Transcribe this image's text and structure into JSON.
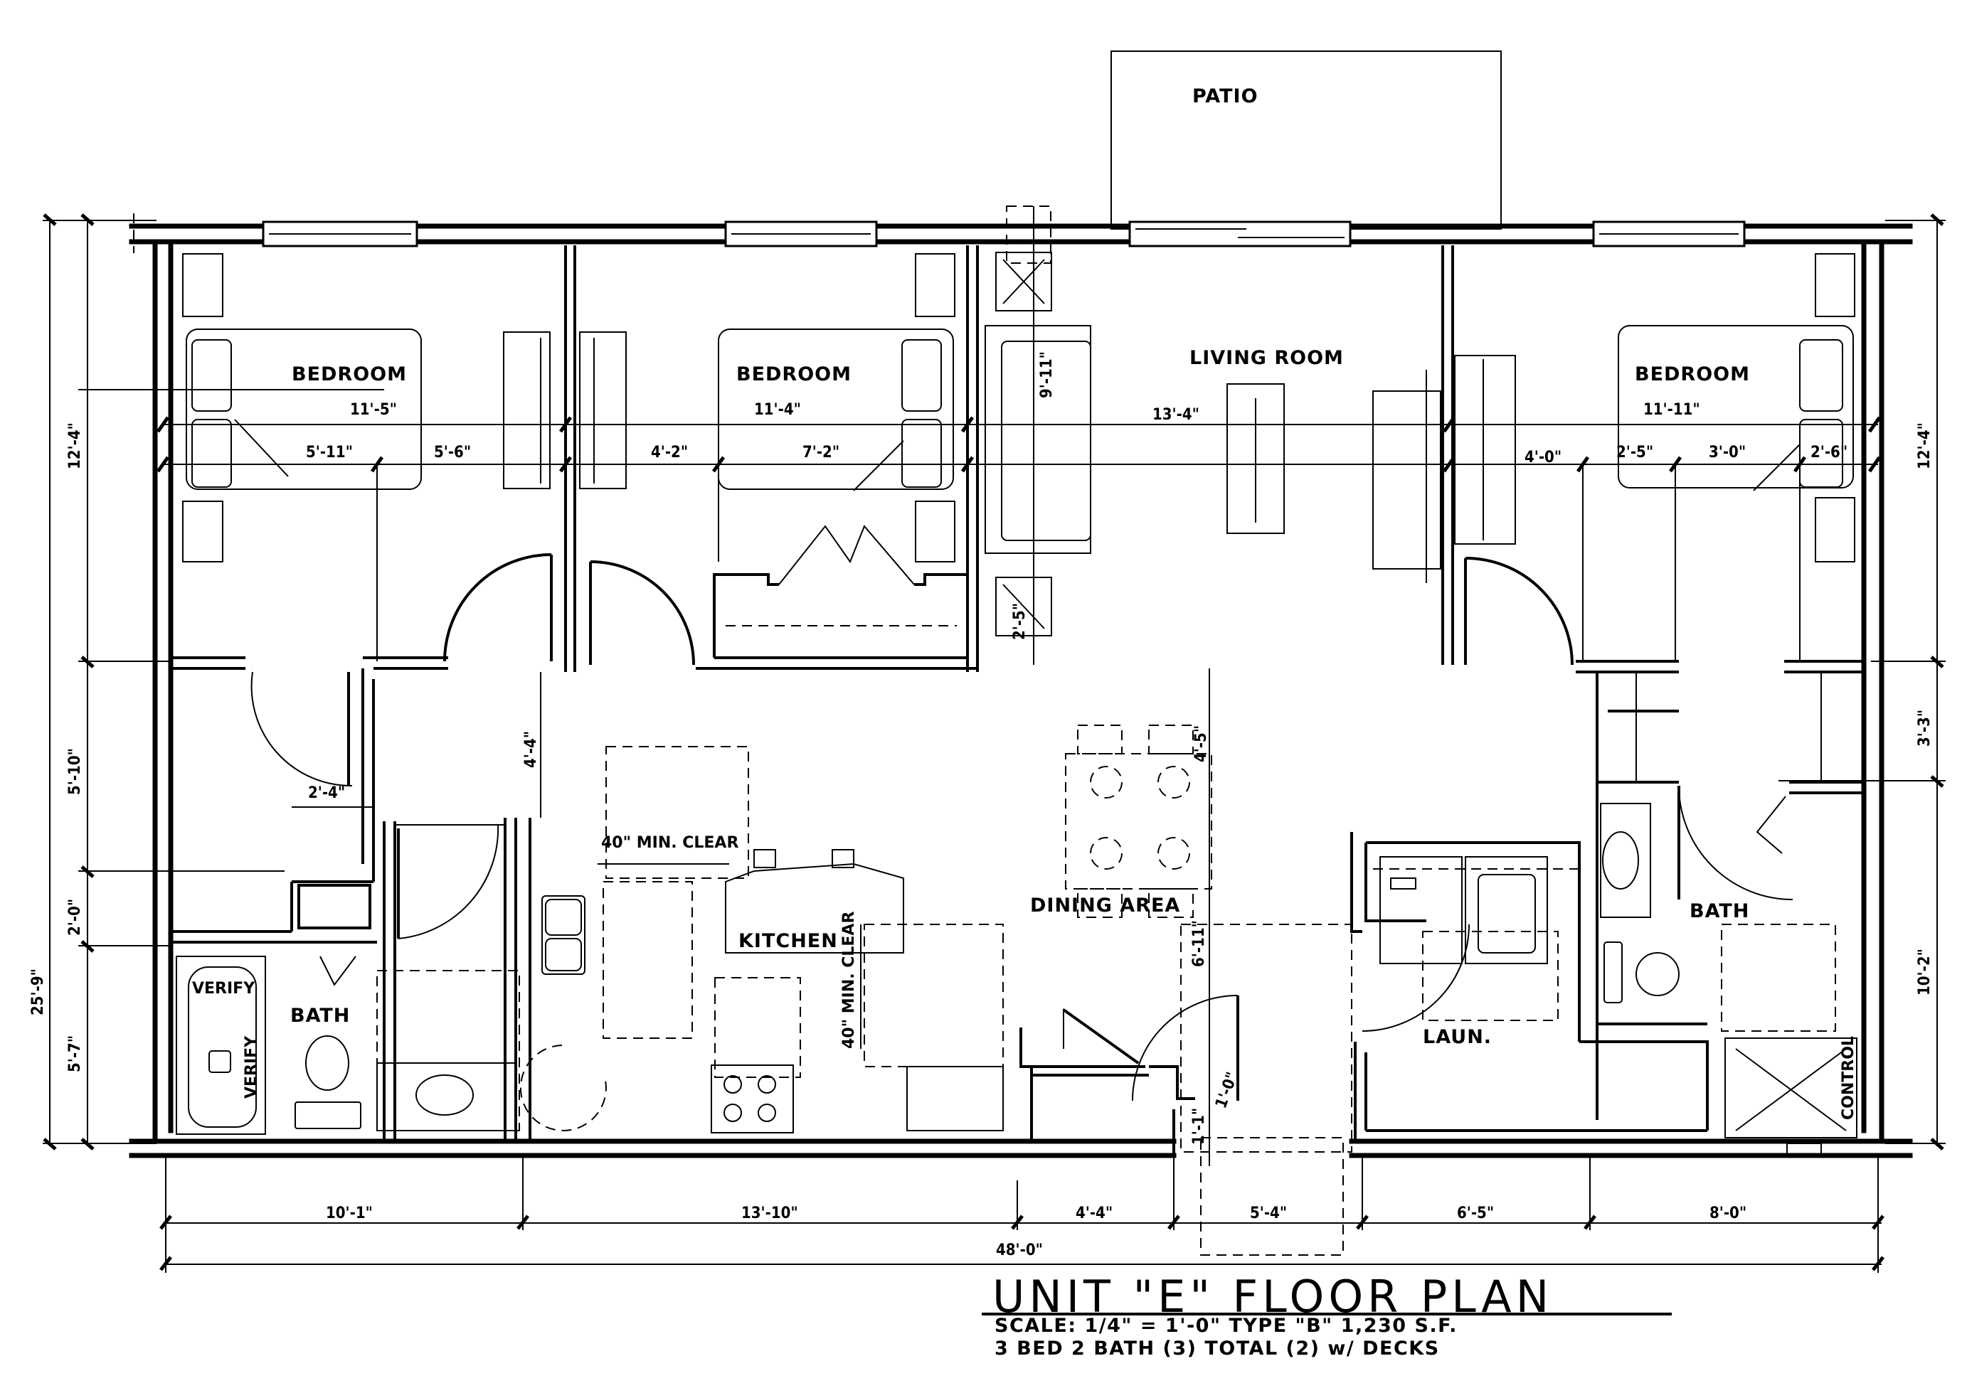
{
  "title_block": {
    "title": "UNIT \"E\" FLOOR PLAN",
    "scale_line": "SCALE: 1/4\" = 1'-0\"   TYPE \"B\" 1,230 S.F.",
    "summary_line": "3 BED 2 BATH (3) TOTAL (2) w/ DECKS"
  },
  "rooms": {
    "patio": "PATIO",
    "living_room": "LIVING ROOM",
    "bedroom_left": "BEDROOM",
    "bedroom_middle": "BEDROOM",
    "bedroom_right": "BEDROOM",
    "kitchen": "KITCHEN",
    "dining_area": "DINING AREA",
    "bath_left": "BATH",
    "bath_right": "BATH",
    "laundry": "LAUN."
  },
  "notes": {
    "verify_top": "VERIFY",
    "verify_side": "VERIFY",
    "clear_horizontal": "40\" MIN. CLEAR",
    "clear_vertical": "40\" MIN. CLEAR",
    "control": "CONTROL"
  },
  "dimensions": {
    "bedroom_left_width": "11'-5\"",
    "bedroom_left_split_a": "5'-11\"",
    "bedroom_left_split_b": "5'-6\"",
    "bedroom_middle_width": "11'-4\"",
    "bedroom_middle_split_a": "4'-2\"",
    "bedroom_middle_split_b": "7'-2\"",
    "living_width": "13'-4\"",
    "living_sofa_vertical": "9'-11\"",
    "living_closet_vertical": "2'-5\"",
    "bedroom_right_width": "11'-11\"",
    "bedroom_right_split_a": "4'-0\"",
    "bedroom_right_split_b": "2'-5\"",
    "bedroom_right_split_c": "3'-0\"",
    "bedroom_right_split_d": "2'-6\"",
    "hall_closet": "2'-4\"",
    "kitchen_vertical": "4'-4\"",
    "dining_vertical": "4'-5\"",
    "entry_vertical": "6'-11\"",
    "entry_door": "1'-0\"",
    "entry_step": "1'-1\"",
    "left_overall": "25'-9\"",
    "left_a": "12'-4\"",
    "left_b": "5'-10\"",
    "left_c": "2'-0\"",
    "left_d": "5'-7\"",
    "right_a": "12'-4\"",
    "right_b": "3'-3\"",
    "right_c": "10'-2\"",
    "bottom_a": "10'-1\"",
    "bottom_b": "13'-10\"",
    "bottom_c": "4'-4\"",
    "bottom_d": "5'-4\"",
    "bottom_e": "6'-5\"",
    "bottom_f": "8'-0\"",
    "bottom_overall": "48'-0\""
  }
}
